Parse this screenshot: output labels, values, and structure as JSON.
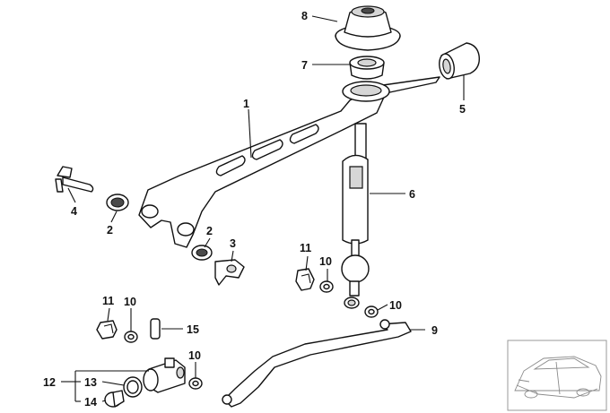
{
  "diagram": {
    "callouts": {
      "c1": "1",
      "c2a": "2",
      "c2b": "2",
      "c3": "3",
      "c4": "4",
      "c5": "5",
      "c6": "6",
      "c7": "7",
      "c8": "8",
      "c9": "9",
      "c10a": "10",
      "c10b": "10",
      "c10c": "10",
      "c10d": "10",
      "c11a": "11",
      "c11b": "11",
      "c12": "12",
      "c13": "13",
      "c14": "14",
      "c15": "15"
    },
    "thumbnail_icon": "car-sedan-icon"
  }
}
